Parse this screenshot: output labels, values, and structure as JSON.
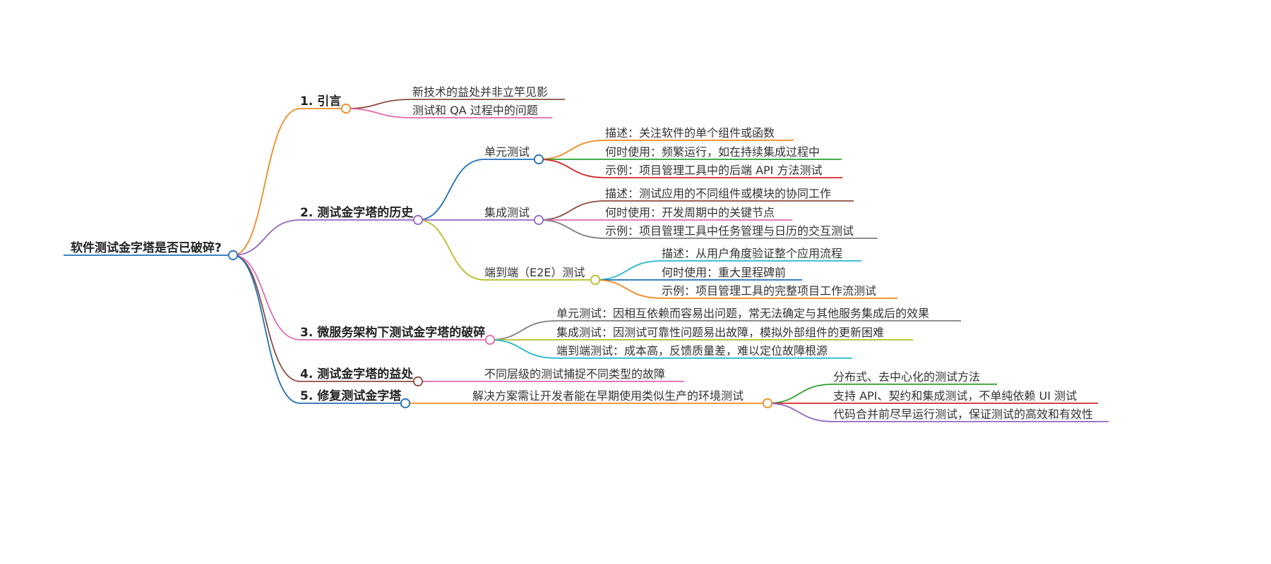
{
  "root": {
    "label": "软件测试金字塔是否已破碎?",
    "color": "#1f6fb5",
    "children": [
      {
        "label": "1. 引言",
        "color": "#f08a24",
        "children": [
          {
            "label": "新技术的益处并非立竿见影",
            "color": "#8b4b3e"
          },
          {
            "label": "测试和 QA 过程中的问题",
            "color": "#e06aae"
          }
        ]
      },
      {
        "label": "2. 测试金字塔的历史",
        "color": "#9465c2",
        "children": [
          {
            "label": "单元测试",
            "color": "#1f6fb5",
            "children": [
              {
                "label": "描述：关注软件的单个组件或函数",
                "color": "#f08a24"
              },
              {
                "label": "何时使用：频繁运行，如在持续集成过程中",
                "color": "#2ca02c"
              },
              {
                "label": "示例：项目管理工具中的后端 API 方法测试",
                "color": "#d62728"
              }
            ]
          },
          {
            "label": "集成测试",
            "color": "#9465c2",
            "children": [
              {
                "label": "描述：测试应用的不同组件或模块的协同工作",
                "color": "#8b4b3e"
              },
              {
                "label": "何时使用：开发周期中的关键节点",
                "color": "#e06aae"
              },
              {
                "label": "示例：项目管理工具中任务管理与日历的交互测试",
                "color": "#7f7f7f"
              }
            ]
          },
          {
            "label": "端到端（E2E）测试",
            "color": "#b8bd26",
            "children": [
              {
                "label": "描述：从用户角度验证整个应用流程",
                "color": "#22b8cf"
              },
              {
                "label": "何时使用：重大里程碑前",
                "color": "#1f6fb5"
              },
              {
                "label": "示例：项目管理工具的完整项目工作流测试",
                "color": "#f08a24"
              }
            ]
          }
        ]
      },
      {
        "label": "3. 微服务架构下测试金字塔的破碎",
        "color": "#e06aae",
        "children": [
          {
            "label": "单元测试：因相互依赖而容易出问题，常无法确定与其他服务集成后的效果",
            "color": "#7f7f7f"
          },
          {
            "label": "集成测试：因测试可靠性问题易出故障，模拟外部组件的更新困难",
            "color": "#b8bd26"
          },
          {
            "label": "端到端测试：成本高，反馈质量差，难以定位故障根源",
            "color": "#22b8cf"
          }
        ]
      },
      {
        "label": "4. 测试金字塔的益处",
        "color": "#8b4b3e",
        "children": [
          {
            "label": "不同层级的测试捕捉不同类型的故障",
            "color": "#e06aae"
          }
        ]
      },
      {
        "label": "5. 修复测试金字塔",
        "color": "#1f6fb5",
        "children": [
          {
            "label": "解决方案需让开发者能在早期使用类似生产的环境测试",
            "color": "#f08a24",
            "children": [
              {
                "label": "分布式、去中心化的测试方法",
                "color": "#2ca02c"
              },
              {
                "label": "支持 API、契约和集成测试，不单纯依赖 UI 测试",
                "color": "#d62728"
              },
              {
                "label": "代码合并前尽早运行测试，保证测试的高效和有效性",
                "color": "#9465c2"
              }
            ]
          }
        ]
      }
    ]
  }
}
